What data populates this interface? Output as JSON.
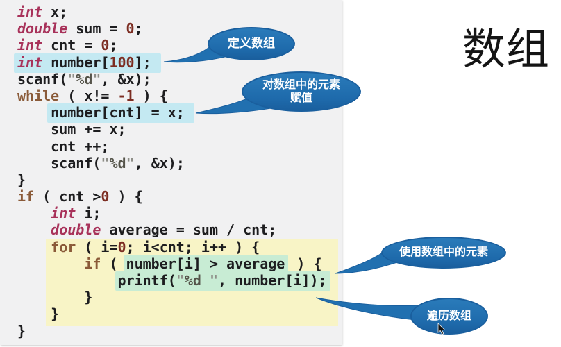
{
  "title": "数组",
  "callouts": {
    "define": {
      "label": "定义数组"
    },
    "assign": {
      "line1": "对数组中的元素",
      "line2": "赋值"
    },
    "use": {
      "label": "使用数组中的元素"
    },
    "traverse": {
      "label": "遍历数组"
    }
  },
  "colors": {
    "bubble": "#2170b0",
    "bubble_border": "#1a5f9e",
    "hl_cyan": "#c4e9f2",
    "hl_yellow": "#f8f4c6",
    "hl_green": "#c8ecd4",
    "panel_bg": "#f1f1f2",
    "kw_type": "#a8325a",
    "kw_ctrl": "#8a5a38",
    "num": "#7c2d22",
    "str": "#8e8e88",
    "fmt": "#55544a",
    "plain": "#1d1d1f"
  },
  "code": {
    "lines": [
      [
        {
          "t": "int",
          "s": "type"
        },
        {
          "t": " x;",
          "s": "plain"
        }
      ],
      [
        {
          "t": "double",
          "s": "type"
        },
        {
          "t": " sum = ",
          "s": "plain"
        },
        {
          "t": "0",
          "s": "num"
        },
        {
          "t": ";",
          "s": "plain"
        }
      ],
      [
        {
          "t": "int",
          "s": "type"
        },
        {
          "t": " cnt = ",
          "s": "plain"
        },
        {
          "t": "0",
          "s": "num"
        },
        {
          "t": ";",
          "s": "plain"
        }
      ],
      [
        {
          "t": "int",
          "s": "type",
          "bg": "cyan"
        },
        {
          "t": " number[",
          "s": "plain",
          "bg": "cyan"
        },
        {
          "t": "100",
          "s": "num",
          "bg": "cyan"
        },
        {
          "t": "];",
          "s": "plain",
          "bg": "cyan"
        }
      ],
      [
        {
          "t": "scanf(",
          "s": "plain"
        },
        {
          "t": "\"",
          "s": "str"
        },
        {
          "t": "%d",
          "s": "fmt"
        },
        {
          "t": "\"",
          "s": "str"
        },
        {
          "t": ", &x);",
          "s": "plain"
        }
      ],
      [
        {
          "t": "while",
          "s": "ctrl"
        },
        {
          "t": " ( x!= ",
          "s": "plain"
        },
        {
          "t": "-1",
          "s": "num"
        },
        {
          "t": " ) {",
          "s": "plain"
        }
      ],
      [
        {
          "t": "    ",
          "s": "plain"
        },
        {
          "t": "number[cnt] = x;",
          "s": "plain",
          "bg": "cyan"
        }
      ],
      [
        {
          "t": "    sum += x;",
          "s": "plain"
        }
      ],
      [
        {
          "t": "    cnt ++;",
          "s": "plain"
        }
      ],
      [
        {
          "t": "    scanf(",
          "s": "plain"
        },
        {
          "t": "\"",
          "s": "str"
        },
        {
          "t": "%d",
          "s": "fmt"
        },
        {
          "t": "\"",
          "s": "str"
        },
        {
          "t": ", &x);",
          "s": "plain"
        }
      ],
      [
        {
          "t": "}",
          "s": "plain"
        }
      ],
      [
        {
          "t": "if",
          "s": "ctrl"
        },
        {
          "t": " ( cnt >",
          "s": "plain"
        },
        {
          "t": "0",
          "s": "num"
        },
        {
          "t": " ) {",
          "s": "plain"
        }
      ],
      [
        {
          "t": "    ",
          "s": "plain"
        },
        {
          "t": "int",
          "s": "type"
        },
        {
          "t": " i;",
          "s": "plain"
        }
      ],
      [
        {
          "t": "    ",
          "s": "plain"
        },
        {
          "t": "double",
          "s": "type"
        },
        {
          "t": " average = sum / cnt;",
          "s": "plain"
        }
      ],
      [
        {
          "t": "    ",
          "s": "plain"
        },
        {
          "t": "for",
          "s": "ctrl"
        },
        {
          "t": " ( i=",
          "s": "plain"
        },
        {
          "t": "0",
          "s": "num"
        },
        {
          "t": "; i<cnt; i++ ) {",
          "s": "plain"
        }
      ],
      [
        {
          "t": "        ",
          "s": "plain"
        },
        {
          "t": "if",
          "s": "ctrl"
        },
        {
          "t": " ( ",
          "s": "plain"
        },
        {
          "t": "number[i] > average",
          "s": "plain",
          "bg": "green"
        },
        {
          "t": " ) {",
          "s": "plain"
        }
      ],
      [
        {
          "t": "            ",
          "s": "plain"
        },
        {
          "t": "printf(",
          "s": "plain",
          "bg": "green"
        },
        {
          "t": "\"",
          "s": "str",
          "bg": "green"
        },
        {
          "t": "%d ",
          "s": "fmt",
          "bg": "green"
        },
        {
          "t": "\"",
          "s": "str",
          "bg": "green"
        },
        {
          "t": ", number[i]);",
          "s": "plain",
          "bg": "green"
        }
      ],
      [
        {
          "t": "        }",
          "s": "plain"
        }
      ],
      [
        {
          "t": "    }",
          "s": "plain"
        }
      ],
      [
        {
          "t": "}",
          "s": "plain"
        }
      ]
    ]
  }
}
